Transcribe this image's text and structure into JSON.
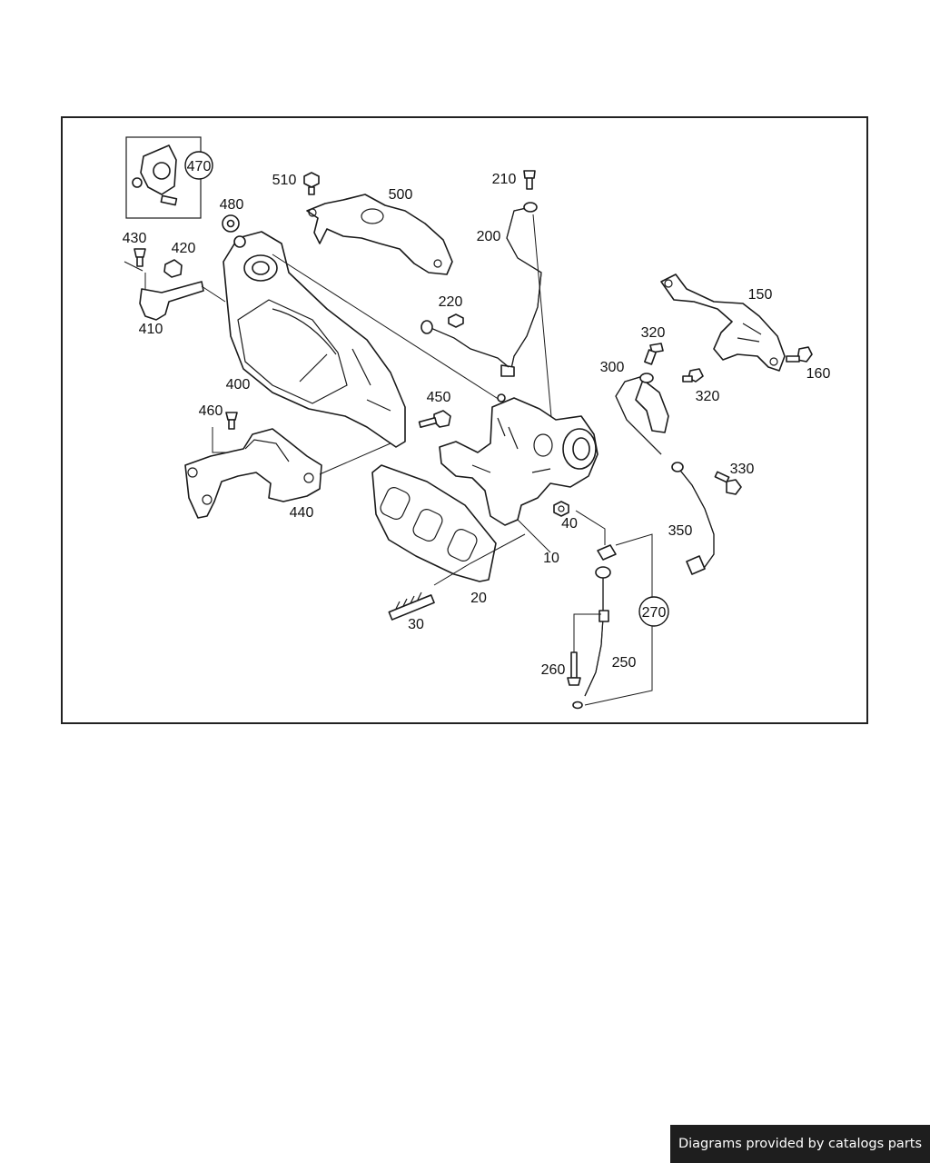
{
  "diagram": {
    "labels": {
      "p10": "10",
      "p20": "20",
      "p30": "30",
      "p40": "40",
      "p150": "150",
      "p160": "160",
      "p200": "200",
      "p210": "210",
      "p220": "220",
      "p250": "250",
      "p260": "260",
      "p270": "270",
      "p300": "300",
      "p320a": "320",
      "p320b": "320",
      "p330": "330",
      "p350": "350",
      "p400": "400",
      "p410": "410",
      "p420": "420",
      "p430": "430",
      "p440": "440",
      "p450": "450",
      "p460": "460",
      "p470": "470",
      "p480": "480",
      "p500": "500",
      "p510": "510"
    }
  },
  "footer": {
    "text": "Diagrams provided by catalogs parts"
  },
  "colors": {
    "line": "#1a1a1a",
    "frame": "#222222",
    "footer_bg": "#1e1e1e",
    "footer_text": "#ffffff"
  }
}
